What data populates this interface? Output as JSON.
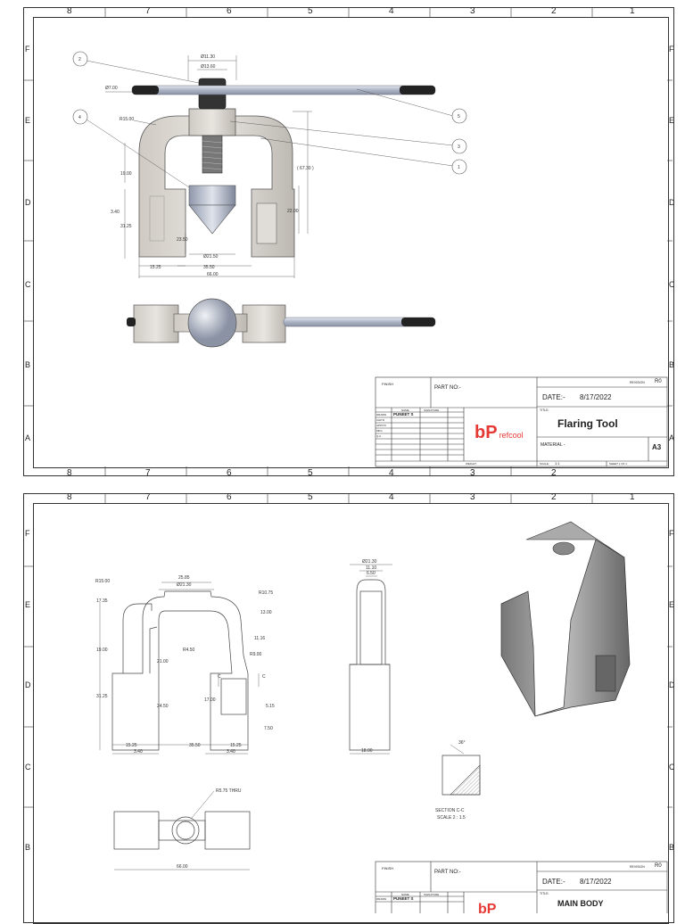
{
  "zones_top": [
    "8",
    "7",
    "6",
    "5",
    "4",
    "3",
    "2",
    "1"
  ],
  "zones_side": [
    "F",
    "E",
    "D",
    "C",
    "B",
    "A"
  ],
  "sheet1": {
    "dims": {
      "d1": "Ø11.30",
      "d2": "Ø13.60",
      "d3": "Ø7.00",
      "d4": "R15.00",
      "d5": "19.00",
      "d6": "3.40",
      "d7": "31.25",
      "d8": "23.50",
      "d9": "Ø21.50",
      "d10": "15.25",
      "d11": "35.50",
      "d12": "66.00",
      "d13": "( 67.30 )",
      "d14": "22.00"
    },
    "balloons": [
      "2",
      "4",
      "5",
      "3",
      "1"
    ],
    "title_block": {
      "finish": "FINISH",
      "part_no": "PART NO:-",
      "revision": "REVISION",
      "rev_val": "R0",
      "date_label": "DATE:-",
      "date_value": "8/17/2022",
      "title_label": "TITLE:",
      "title": "Flaring Tool",
      "name_label": "NAME",
      "signature_label": "SIGNATURE",
      "drawn": "DRAWN",
      "drawn_by": "PUNEET S",
      "chkd": "CHK'D",
      "appvd": "APPV'D",
      "mfg": "MFG",
      "qa": "Q.A",
      "material": "MATERIAL -",
      "size": "A3",
      "weight": "WEIGHT:",
      "scale": "SCALE:",
      "scale_val": "1:1",
      "sheet": "SHEET 1 OF 1",
      "logo_text": "bP",
      "logo_sub": "refcool"
    }
  },
  "sheet2": {
    "dims": {
      "a1": "R15.00",
      "a2": "25.85",
      "a3": "Ø21.30",
      "a4": "R10.75",
      "a5": "17.35",
      "a6": "13.00",
      "a7": "19.00",
      "a8": "R4.50",
      "a9": "21.00",
      "a10": "11.16",
      "a11": "R9.00",
      "a12": "17.00",
      "a13": "5.15",
      "a14": "31.25",
      "a15": "24.50",
      "a16": "7.50",
      "a17": "15.25",
      "a18": "35.50",
      "a19": "15.25",
      "a20": "3.40",
      "a21": "3.40",
      "b1": "Ø21.30",
      "b2": "11.10",
      "b3": "6.50",
      "b4": "18.00",
      "c1": "R5.75 THRU",
      "c2": "66.00",
      "s1": "36°",
      "cl": "C",
      "cr": "C"
    },
    "section_label": "SECTION C-C",
    "section_scale": "SCALE 2 : 1.5",
    "title_block": {
      "finish": "FINISH",
      "part_no": "PART NO:-",
      "revision": "REVISION",
      "rev_val": "R0",
      "date_label": "DATE:-",
      "date_value": "8/17/2022",
      "title_label": "TITLE:",
      "title": "MAIN BODY",
      "name_label": "NAME",
      "signature_label": "SIGNATURE",
      "drawn": "DRAWN",
      "drawn_by": "PUNEET S",
      "logo_text": "bP"
    }
  }
}
